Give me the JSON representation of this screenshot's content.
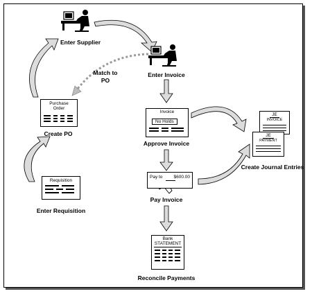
{
  "nodes": {
    "enter_supplier": "Enter Supplier",
    "enter_invoice": "Enter Invoice",
    "match_to_po": "Match to\nPO",
    "create_po": "Create PO",
    "enter_requisition": "Enter Requisition",
    "approve_invoice": "Approve Invoice",
    "pay_invoice": "Pay Invoice",
    "reconcile_payments": "Reconcile Payments",
    "create_journal_entries": "Create Journal Entries"
  },
  "documents": {
    "purchase_order": "Purchase\nOrder",
    "requisition": "Requisition",
    "invoice": "Invoice",
    "no_holds": "No Holds",
    "pay_to": "Pay to",
    "amount": "$600.00",
    "bank": "Bank",
    "statement": "STATEMENT",
    "je_1": "JE",
    "je_invoice": "INVOICE",
    "je_2": "JE",
    "je_payment": "PAYMENT"
  },
  "icons": [
    "computer-user-icon",
    "computer-user-icon",
    "hand-signing-icon"
  ],
  "colors": {
    "arrow_fill": "#dcdcdc",
    "stroke": "#000000",
    "dashed_arrow": "#b9b9b9"
  }
}
